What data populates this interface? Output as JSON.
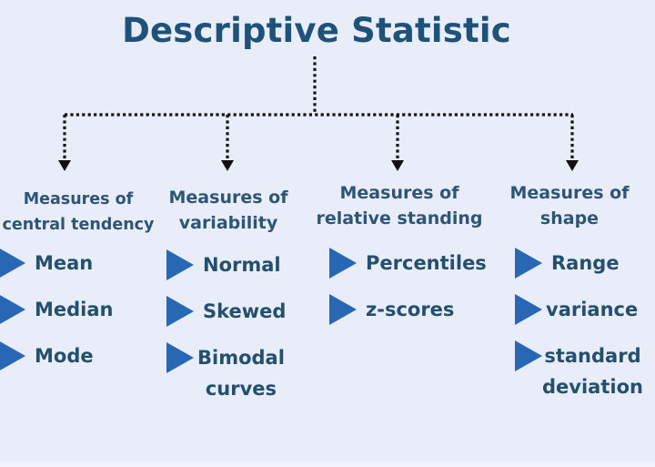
{
  "diagram": {
    "title": "Descriptive Statistic",
    "colors": {
      "background": "#e9edf9",
      "title": "#1e5278",
      "text": "#24506f",
      "bullet": "#2767b4",
      "connector": "#111111"
    },
    "categories": [
      {
        "line1": "Measures of",
        "line2": "central tendency",
        "items": [
          {
            "label": "Mean"
          },
          {
            "label": "Median"
          },
          {
            "label": "Mode"
          }
        ]
      },
      {
        "line1": "Measures of",
        "line2": "variability",
        "items": [
          {
            "label": "Normal"
          },
          {
            "label": "Skewed"
          },
          {
            "line1": "Bimodal",
            "line2": "curves"
          }
        ]
      },
      {
        "line1": "Measures of",
        "line2": "relative standing",
        "items": [
          {
            "label": "Percentiles"
          },
          {
            "label": "z-scores"
          }
        ]
      },
      {
        "line1": "Measures of",
        "line2": "shape",
        "items": [
          {
            "label": "Range"
          },
          {
            "label": "variance"
          },
          {
            "line1": "standard",
            "line2": "deviation"
          }
        ]
      }
    ],
    "icons": {
      "bullet": "play-triangle-icon",
      "arrow": "dotted-arrow-down-icon"
    }
  }
}
